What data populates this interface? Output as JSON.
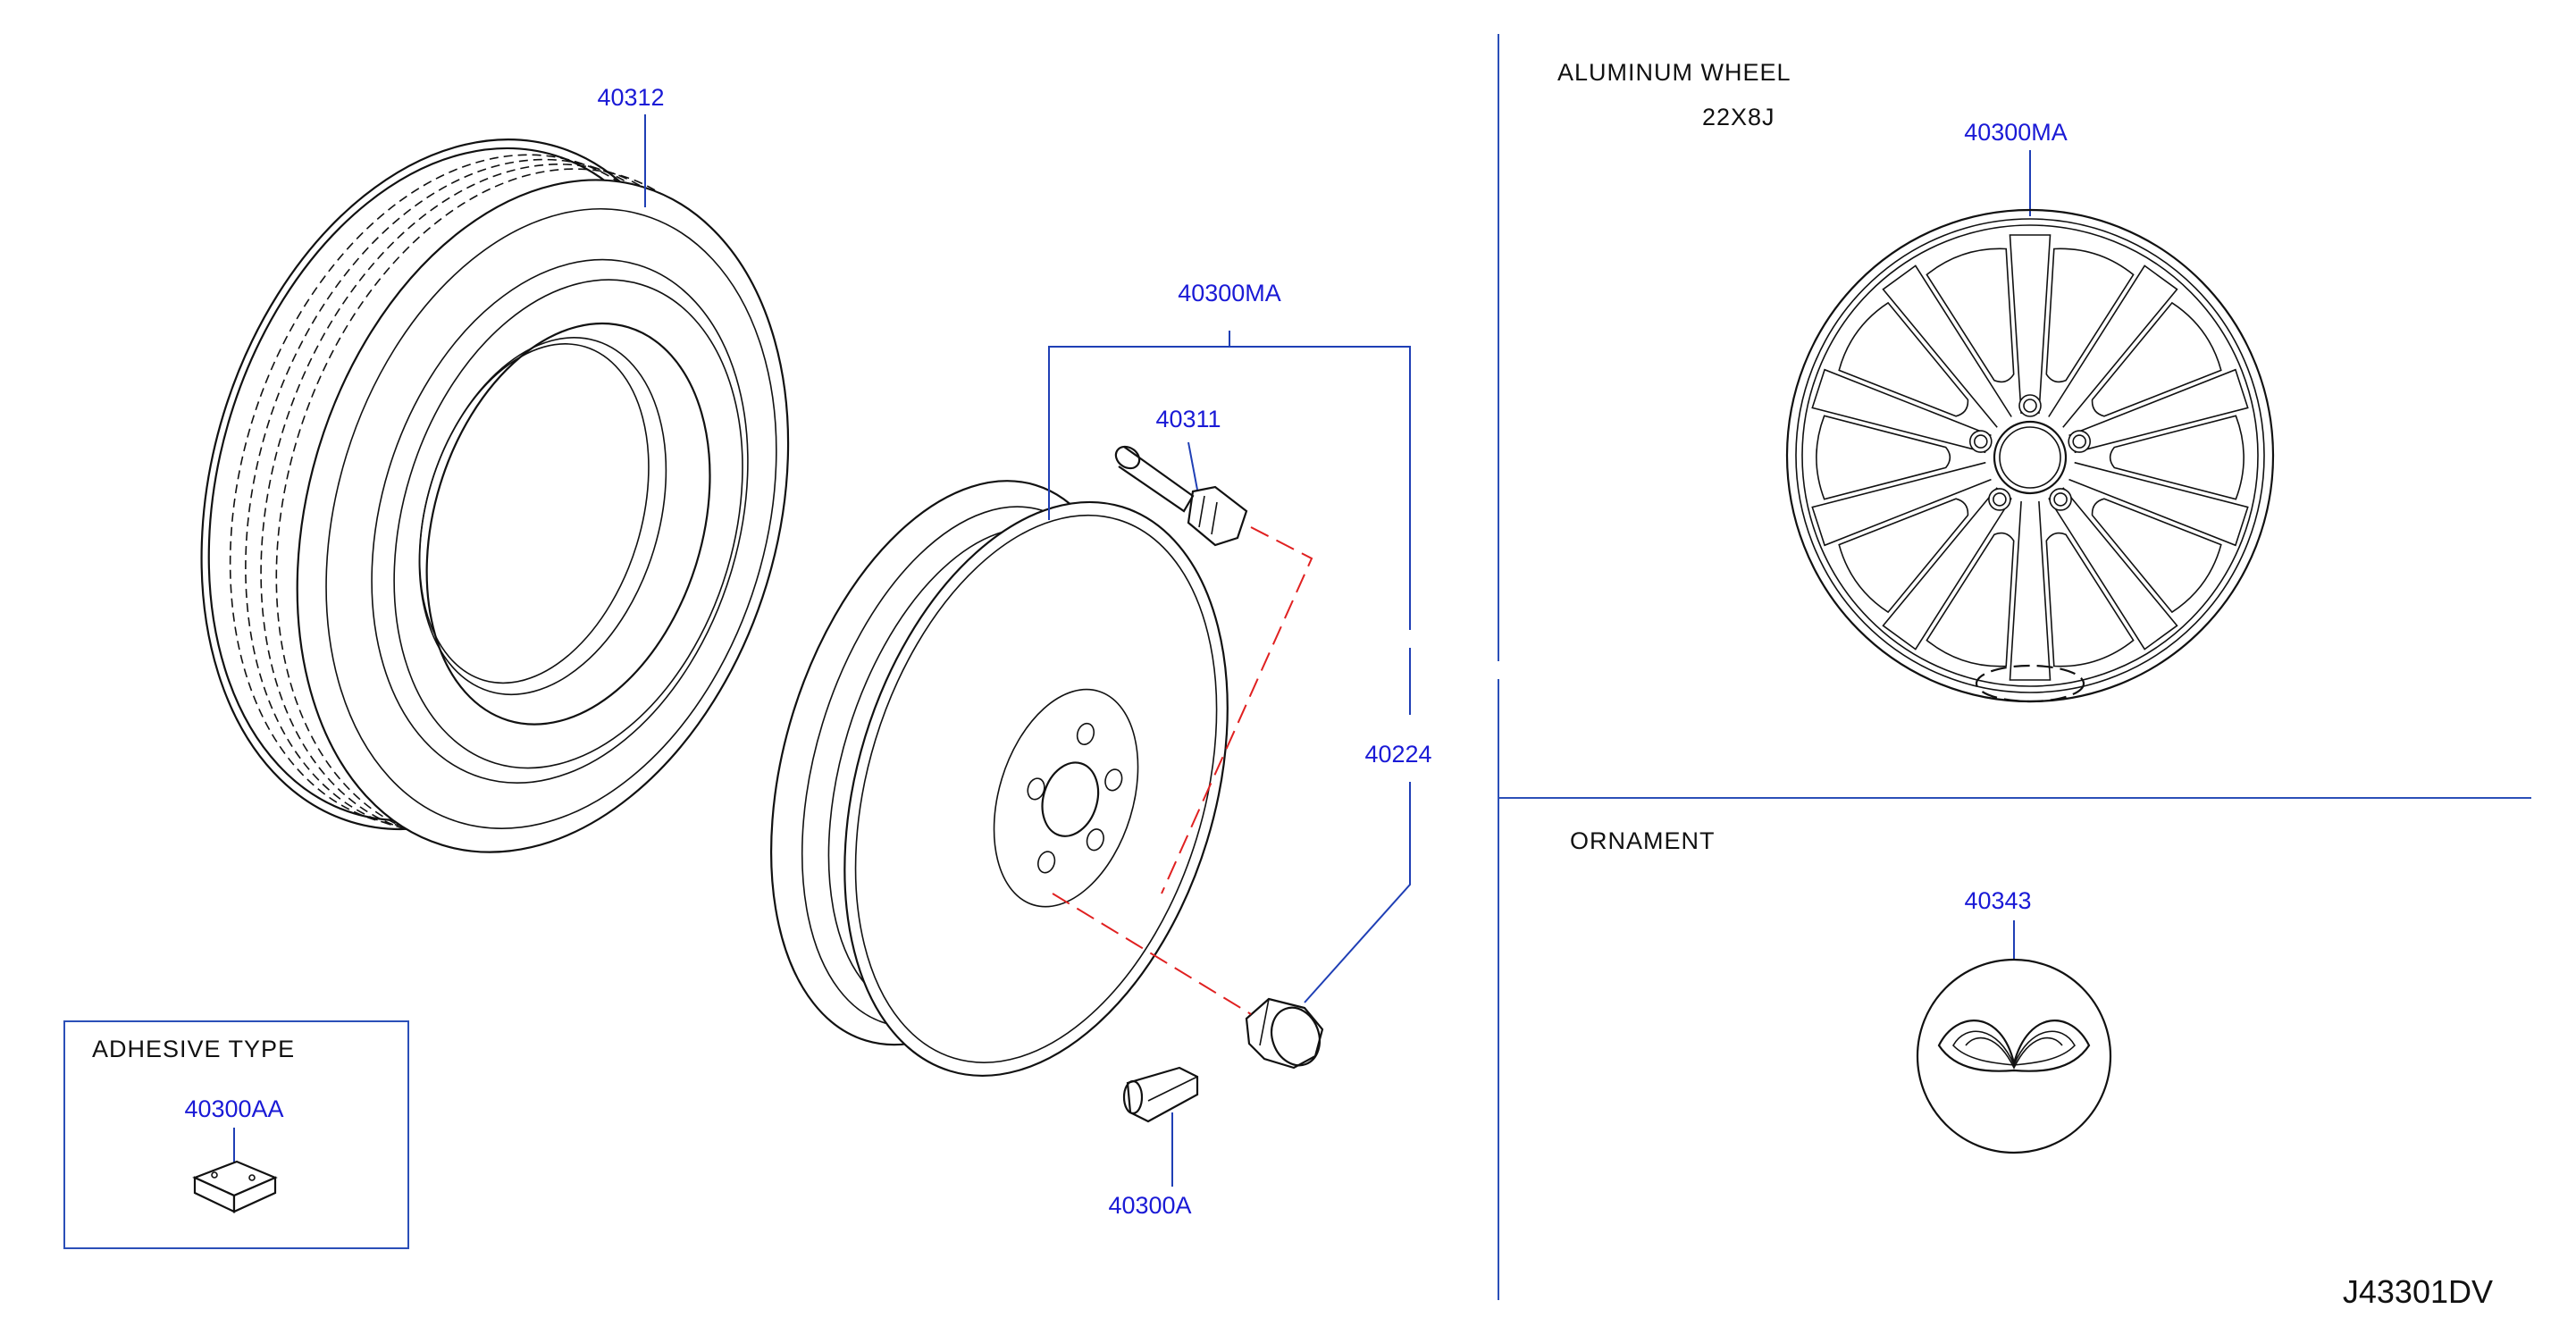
{
  "labels": {
    "tire": "40312",
    "wheel_assembly": "40300MA",
    "valve": "40311",
    "nut": "40224",
    "weight_clip": "40300A",
    "adhesive_weight": "40300AA",
    "alu_wheel": "40300MA",
    "ornament": "40343"
  },
  "headings": {
    "aluminum_wheel": "ALUMINUM   WHEEL",
    "wheel_size": "22X8J",
    "ornament": "ORNAMENT",
    "adhesive_type": "ADHESIVE   TYPE"
  },
  "diagram_code": "J43301DV",
  "colors": {
    "part_number": "#1a1ad6",
    "leader": "#1f3fb5",
    "centerline": "#e02020",
    "divider": "#2b4fb8"
  }
}
